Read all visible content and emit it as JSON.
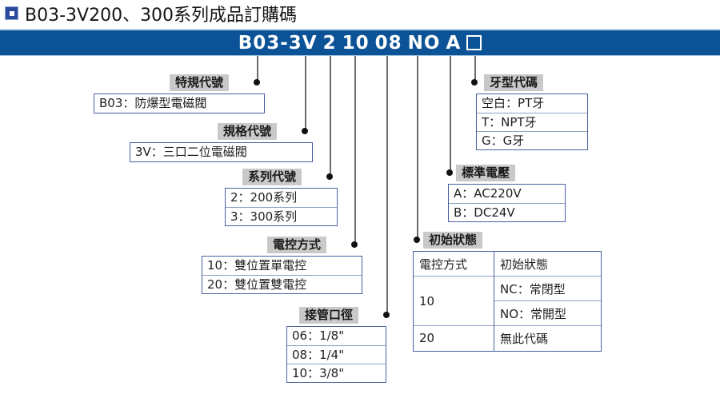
{
  "title": {
    "bullet_icon": "blue-square-bullet-icon",
    "text": "B03-3V200、300系列成品訂購碼"
  },
  "code_bar": {
    "segments": [
      "B03-3V",
      "2",
      "10",
      "08",
      "NO",
      "A"
    ],
    "full_code": "B03-3V 2 10 08 NO A",
    "trailing_box": "empty-square-placeholder",
    "background_color": "#0b5396"
  },
  "groups": {
    "special_code": {
      "label": "特規代號",
      "options": [
        "B03：防爆型電磁閥"
      ]
    },
    "spec_code": {
      "label": "規格代號",
      "options": [
        "3V：三口二位電磁閥"
      ]
    },
    "series_code": {
      "label": "系列代號",
      "options": [
        "2：200系列",
        "3：300系列"
      ]
    },
    "control_type": {
      "label": "電控方式",
      "options": [
        "10：雙位置單電控",
        "20：雙位置雙電控"
      ]
    },
    "port_size": {
      "label": "接管口徑",
      "options": [
        "06：1/8\"",
        "08：1/4\"",
        "10：3/8\""
      ]
    },
    "thread_code": {
      "label": "牙型代碼",
      "options": [
        "空白：PT牙",
        "T：NPT牙",
        "G：G牙"
      ]
    },
    "voltage": {
      "label": "標準電壓",
      "options": [
        "A：AC220V",
        "B：DC24V"
      ]
    },
    "initial_state": {
      "label": "初始狀態",
      "headers": [
        "電控方式",
        "初始狀態"
      ],
      "rows": [
        {
          "control": "10",
          "states": [
            "NC：常閉型",
            "NO：常開型"
          ]
        },
        {
          "control": "20",
          "states": [
            "無此代碼"
          ]
        }
      ]
    }
  }
}
